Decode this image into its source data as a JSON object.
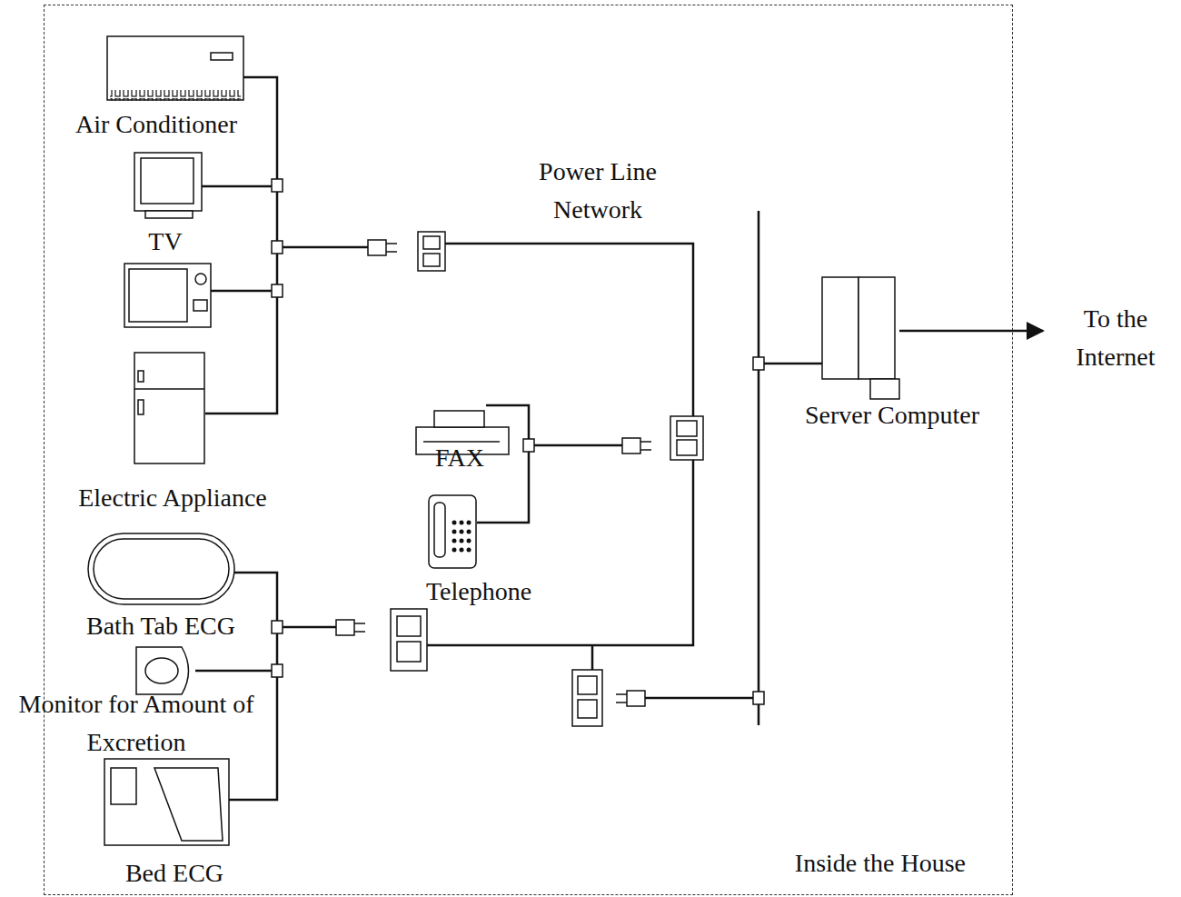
{
  "diagram": {
    "nodes": [
      {
        "text": [
          "Inside the House"
        ]
      }
    ],
    "labels": [
      "Air Conditioner",
      "TV",
      "Electric Appliance",
      "Power Line Network",
      "FAX",
      "Telephone",
      "Bath Tab ECG",
      "Monitor for Amount of Excretion",
      "Bed ECG",
      "Server Computer",
      "To the Internet"
    ]
  }
}
